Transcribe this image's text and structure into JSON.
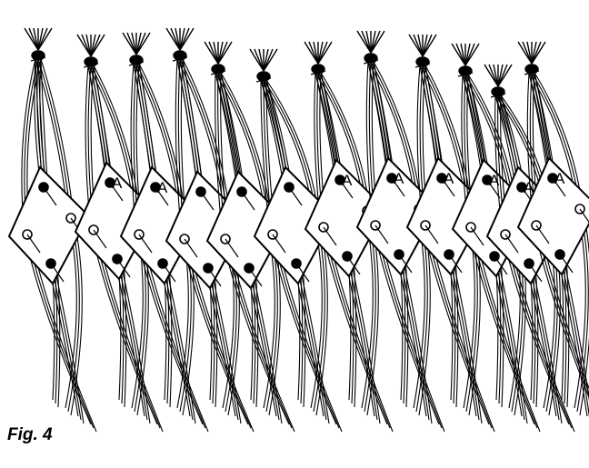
{
  "caption": "Fig. 4",
  "card_letter": "A",
  "colors": {
    "ink": "#000000",
    "paper": "#ffffff"
  },
  "cards": [
    {
      "id": 1,
      "letter": ""
    },
    {
      "id": 2,
      "letter": "A"
    },
    {
      "id": 3,
      "letter": "A"
    },
    {
      "id": 4,
      "letter": ""
    },
    {
      "id": 5,
      "letter": ""
    },
    {
      "id": 6,
      "letter": ""
    },
    {
      "id": 7,
      "letter": "A"
    },
    {
      "id": 8,
      "letter": "A"
    },
    {
      "id": 9,
      "letter": "A"
    },
    {
      "id": 10,
      "letter": "A"
    },
    {
      "id": 11,
      "letter": "A"
    },
    {
      "id": 12,
      "letter": "A"
    }
  ]
}
